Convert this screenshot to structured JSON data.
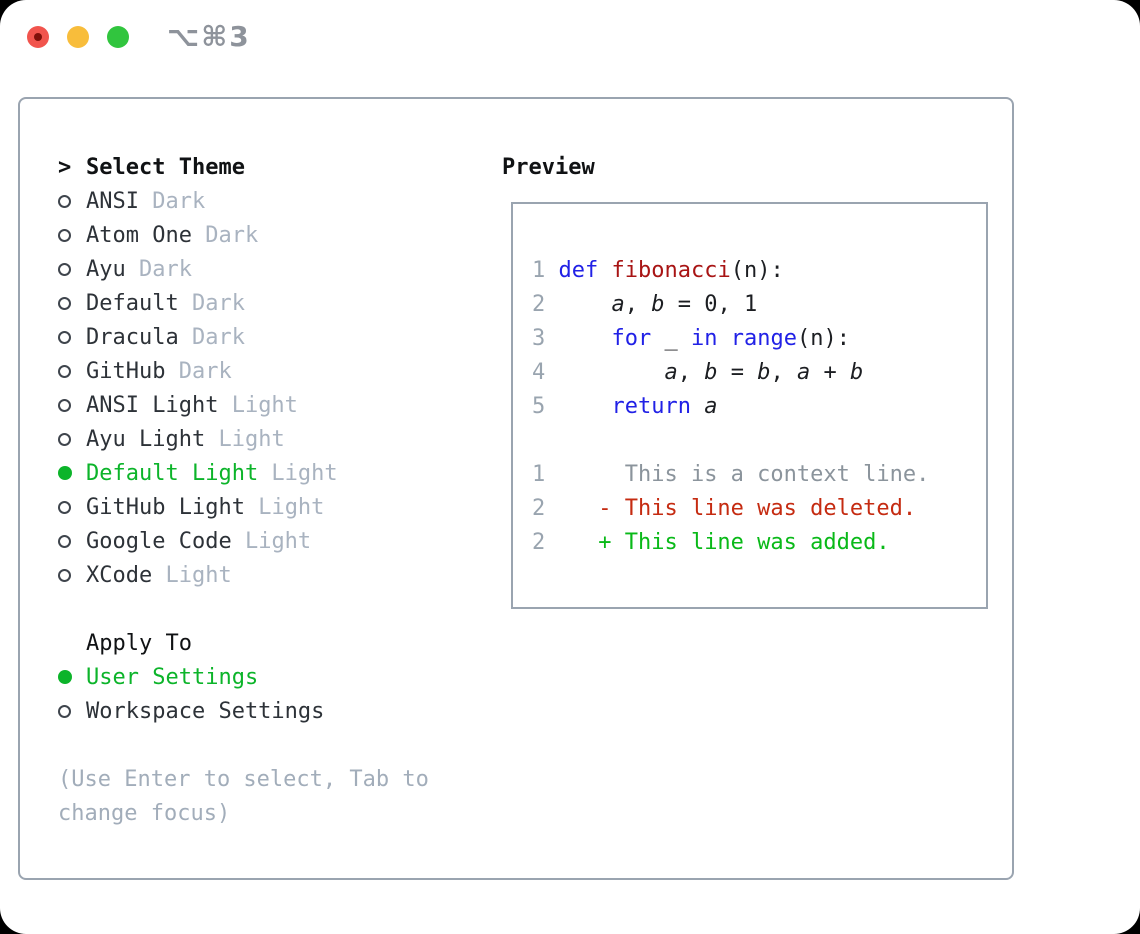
{
  "window": {
    "title": "⌥⌘3"
  },
  "colors": {
    "accent_green": "#0cb42a",
    "keyword_blue": "#2121e6",
    "function_red": "#a81414",
    "deleted_red": "#c52b11",
    "added_green": "#09b918",
    "text_dark": "#2d3238",
    "heading_black": "#101214",
    "muted_gray": "#a9b3c0",
    "hint_gray": "#a2adba",
    "gutter_gray": "#99a4af",
    "context_gray": "#8b949c",
    "border_gray": "#9aa4b0",
    "radio_ring": "#3f454d",
    "code_plain": "#1c1e22",
    "titlebar_red": "#f1544d",
    "titlebar_red_dot": "#7f100a",
    "titlebar_yellow": "#f8bd3b",
    "titlebar_green": "#31c53e",
    "title_gray": "#8e939b"
  },
  "sidebar": {
    "header_marker": ">",
    "header": "Select Theme",
    "themes": [
      {
        "name": "ANSI",
        "variant": "Dark",
        "selected": false
      },
      {
        "name": "Atom One",
        "variant": "Dark",
        "selected": false
      },
      {
        "name": "Ayu",
        "variant": "Dark",
        "selected": false
      },
      {
        "name": "Default",
        "variant": "Dark",
        "selected": false
      },
      {
        "name": "Dracula",
        "variant": "Dark",
        "selected": false
      },
      {
        "name": "GitHub",
        "variant": "Dark",
        "selected": false
      },
      {
        "name": "ANSI Light",
        "variant": "Light",
        "selected": false
      },
      {
        "name": "Ayu Light",
        "variant": "Light",
        "selected": false
      },
      {
        "name": "Default Light",
        "variant": "Light",
        "selected": true
      },
      {
        "name": "GitHub Light",
        "variant": "Light",
        "selected": false
      },
      {
        "name": "Google Code",
        "variant": "Light",
        "selected": false
      },
      {
        "name": "XCode",
        "variant": "Light",
        "selected": false
      }
    ],
    "apply_header": "Apply To",
    "apply_options": [
      {
        "name": "User Settings",
        "selected": true
      },
      {
        "name": "Workspace Settings",
        "selected": false
      }
    ],
    "hint_lines": [
      "(Use Enter to select, Tab to",
      "change focus)"
    ]
  },
  "preview": {
    "header": "Preview",
    "lines": [
      {
        "gutter": "1",
        "segments": [
          {
            "text": " ",
            "style": "plain"
          },
          {
            "text": "def",
            "style": "keyword"
          },
          {
            "text": " ",
            "style": "plain"
          },
          {
            "text": "fibonacci",
            "style": "function"
          },
          {
            "text": "(n):",
            "style": "plain"
          }
        ]
      },
      {
        "gutter": "2",
        "segments": [
          {
            "text": "     ",
            "style": "plain"
          },
          {
            "text": "a",
            "style": "variable"
          },
          {
            "text": ", ",
            "style": "plain"
          },
          {
            "text": "b",
            "style": "variable"
          },
          {
            "text": " = 0, 1",
            "style": "plain"
          }
        ]
      },
      {
        "gutter": "3",
        "segments": [
          {
            "text": "     ",
            "style": "plain"
          },
          {
            "text": "for",
            "style": "keyword"
          },
          {
            "text": " _ ",
            "style": "plain"
          },
          {
            "text": "in",
            "style": "keyword"
          },
          {
            "text": " ",
            "style": "plain"
          },
          {
            "text": "range",
            "style": "keyword"
          },
          {
            "text": "(n):",
            "style": "plain"
          }
        ]
      },
      {
        "gutter": "4",
        "segments": [
          {
            "text": "         ",
            "style": "plain"
          },
          {
            "text": "a",
            "style": "variable"
          },
          {
            "text": ", ",
            "style": "plain"
          },
          {
            "text": "b",
            "style": "variable"
          },
          {
            "text": " = ",
            "style": "plain"
          },
          {
            "text": "b",
            "style": "variable"
          },
          {
            "text": ", ",
            "style": "plain"
          },
          {
            "text": "a",
            "style": "variable"
          },
          {
            "text": " + ",
            "style": "plain"
          },
          {
            "text": "b",
            "style": "variable"
          }
        ]
      },
      {
        "gutter": "5",
        "segments": [
          {
            "text": "     ",
            "style": "plain"
          },
          {
            "text": "return",
            "style": "keyword"
          },
          {
            "text": " ",
            "style": "plain"
          },
          {
            "text": "a",
            "style": "variable"
          }
        ]
      },
      {
        "gutter": "",
        "segments": []
      },
      {
        "gutter": "1",
        "segments": [
          {
            "text": "      This is a context line.",
            "style": "context"
          }
        ]
      },
      {
        "gutter": "2",
        "segments": [
          {
            "text": "    - This line was deleted.",
            "style": "deleted"
          }
        ]
      },
      {
        "gutter": "2",
        "segments": [
          {
            "text": "    + This line was added.",
            "style": "added"
          }
        ]
      }
    ]
  }
}
